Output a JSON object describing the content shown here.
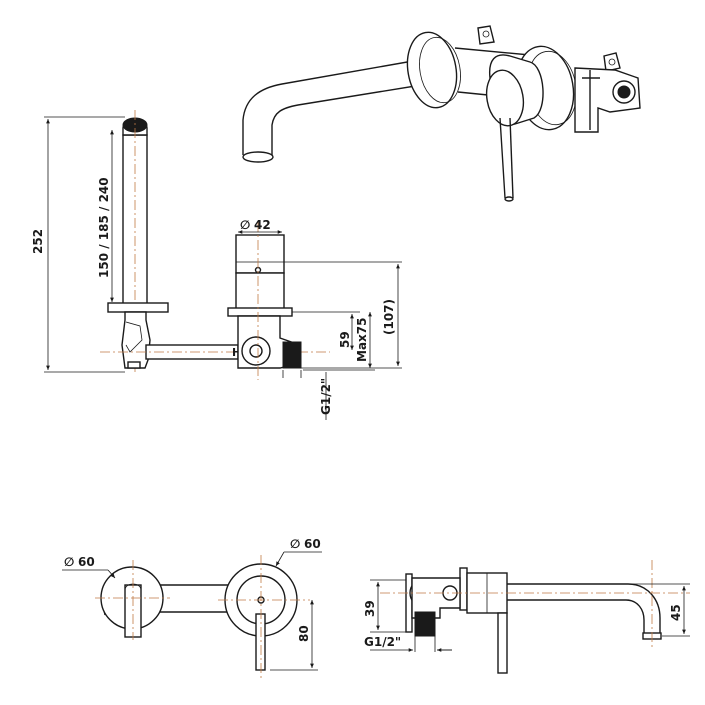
{
  "side_elevation": {
    "overall_height": "252",
    "spout_lengths": "150 / 185 / 240",
    "body_diameter": "42",
    "height_107": "(107)",
    "depth_59": "59",
    "max_75": "Max75",
    "inlet_thread": "G1/2\""
  },
  "front_view": {
    "spout_flange_diameter": "60",
    "mixer_flange_diameter": "60",
    "centre_height": "80"
  },
  "plan_view": {
    "dim_39": "39",
    "dim_45": "45",
    "inlet_thread": "G1/2\""
  },
  "symbols": {
    "diameter": "∅"
  }
}
